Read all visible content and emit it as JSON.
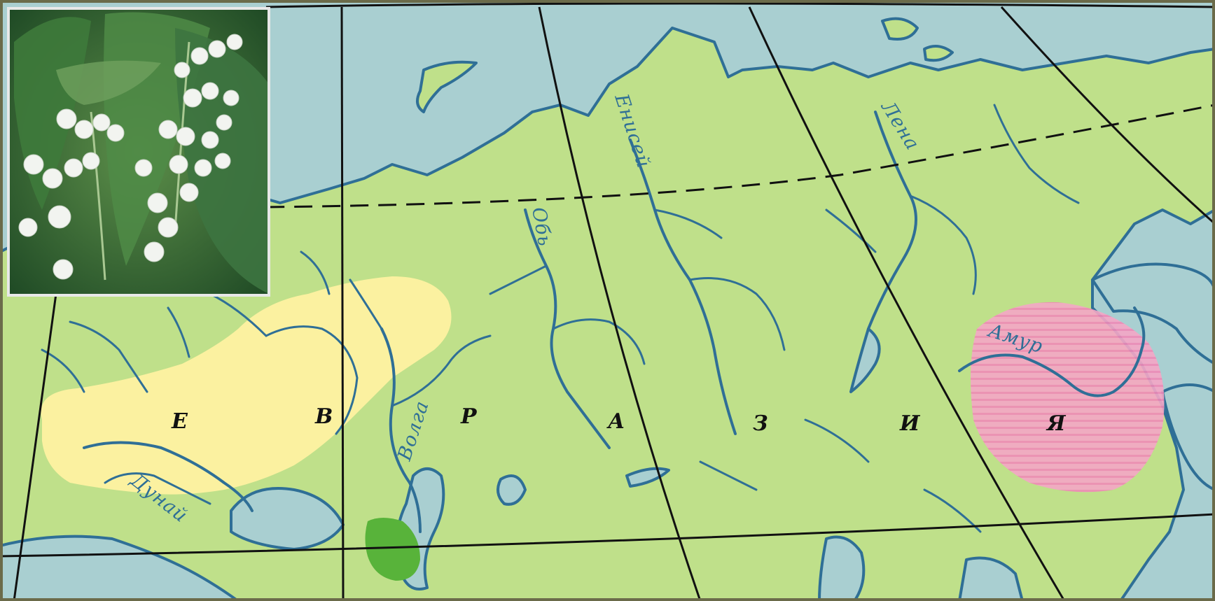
{
  "map": {
    "continent_letters": [
      "Е",
      "В",
      "Р",
      "А",
      "З",
      "И",
      "Я"
    ],
    "rivers": {
      "danube": "Дунай",
      "volga": "Волга",
      "ob": "Обь",
      "yenisei": "Енисей",
      "lena": "Лена",
      "amur": "Амур"
    }
  },
  "colors": {
    "sea": "#a9cfd1",
    "land": "#bfe08a",
    "range_main": "#fbf1a0",
    "range_east": "#f5a0c4",
    "range_south": "#58b33a",
    "river": "#2f6f96"
  },
  "inset_photo": {
    "icon": "lily-of-the-valley-photo"
  }
}
